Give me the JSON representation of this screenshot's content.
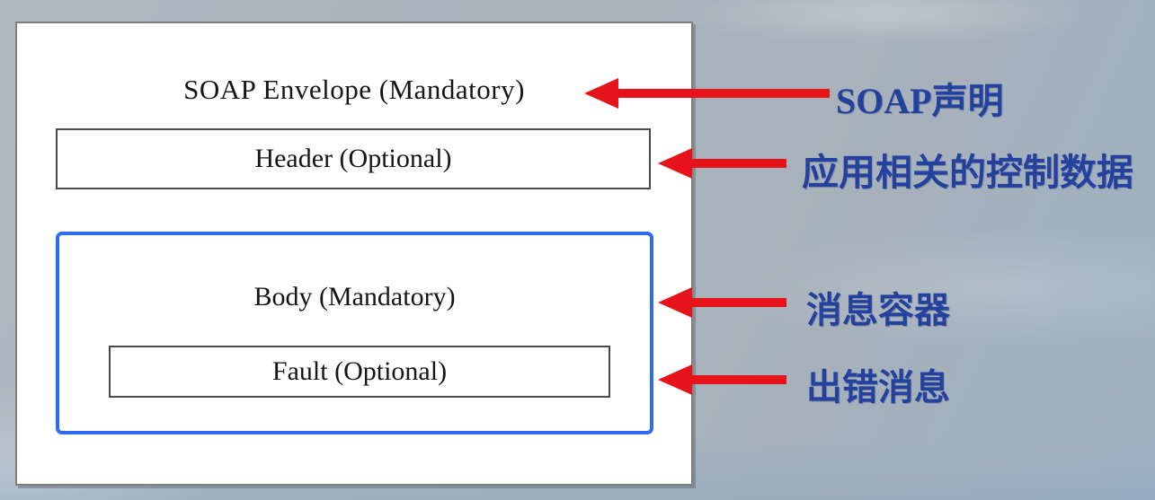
{
  "diagram": {
    "envelope_label": "SOAP Envelope (Mandatory)",
    "header_label": "Header (Optional)",
    "body_label": "Body (Mandatory)",
    "fault_label": "Fault (Optional)"
  },
  "annotations": [
    {
      "id": "envelope",
      "label": "SOAP声明"
    },
    {
      "id": "header",
      "label": "应用相关的控制数据"
    },
    {
      "id": "body",
      "label": "消息容器"
    },
    {
      "id": "fault",
      "label": "出错消息"
    }
  ],
  "colors": {
    "arrow_red": "#e6131a",
    "annotation_blue": "#24419e",
    "body_border_blue": "#2e6bf0",
    "panel_border_gray": "#7e7e7e",
    "inner_border_gray": "#4a4a4a",
    "background_gray": "#a9b3bc"
  }
}
